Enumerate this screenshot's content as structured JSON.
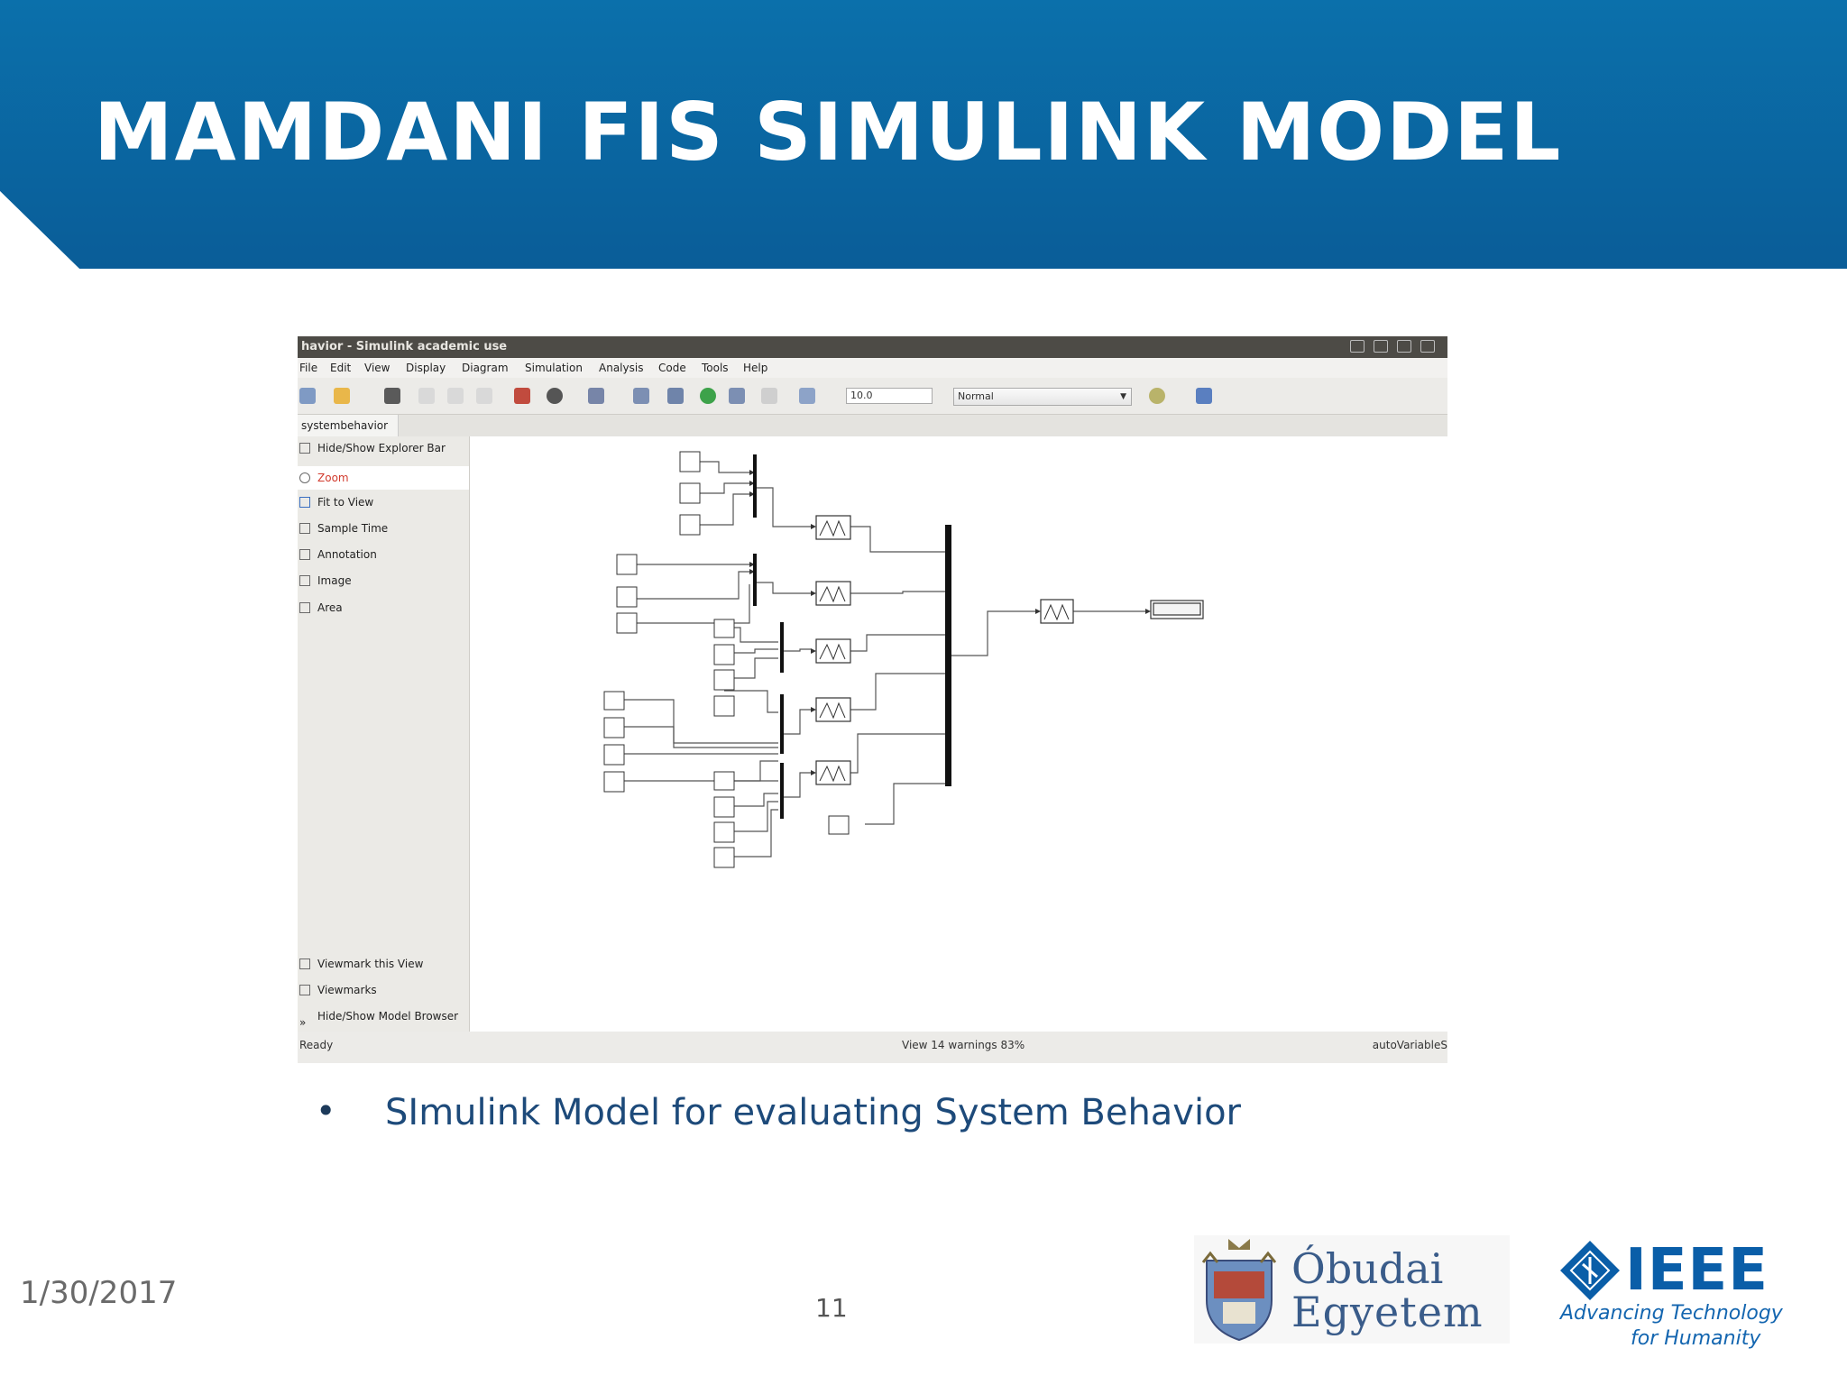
{
  "slide": {
    "title": "MAMDANI FIS SIMULINK MODEL",
    "bullet": "SImulink Model for evaluating System Behavior",
    "date": "1/30/2017",
    "page_number": "11"
  },
  "colors": {
    "banner_top": "#0b6aa3",
    "banner_bottom": "#0b5a93",
    "title_text": "#ffffff",
    "bullet_text": "#1d4a7a"
  },
  "window": {
    "title": "havior - Simulink academic use",
    "menu": [
      "File",
      "Edit",
      "View",
      "Display",
      "Diagram",
      "Simulation",
      "Analysis",
      "Code",
      "Tools",
      "Help"
    ],
    "toolbar": {
      "stop_time": "10.0",
      "sim_mode": "Normal"
    },
    "tab": "systembehavior",
    "explorer_top": [
      {
        "label": "Hide/Show Explorer Bar",
        "icon": "collapse-icon"
      },
      {
        "label": "Zoom",
        "icon": "zoom-icon"
      },
      {
        "label": "Fit to View",
        "icon": "fit-to-view-icon"
      },
      {
        "label": "Sample Time",
        "icon": "sample-time-icon"
      },
      {
        "label": "Annotation",
        "icon": "annotation-icon"
      },
      {
        "label": "Image",
        "icon": "image-icon"
      },
      {
        "label": "Area",
        "icon": "area-icon"
      }
    ],
    "explorer_bottom": [
      {
        "label": "Viewmark this View",
        "icon": "viewmark-icon"
      },
      {
        "label": "Viewmarks",
        "icon": "viewmarks-icon"
      },
      {
        "label": "Hide/Show Model Browser",
        "icon": "model-browser-icon"
      }
    ],
    "status": {
      "left": "Ready",
      "mid": "View 14 warnings  83%",
      "right": "autoVariableS"
    }
  },
  "logos": {
    "obuda_line1": "Óbudai",
    "obuda_line2": "Egyetem",
    "ieee_word": "IEEE",
    "ieee_tag1": "Advancing Technology",
    "ieee_tag2": "for Humanity"
  }
}
